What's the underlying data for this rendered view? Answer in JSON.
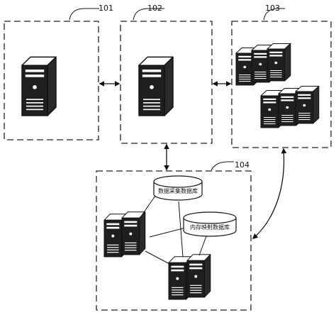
{
  "labels": {
    "node_101": "101",
    "node_102": "102",
    "node_103": "103",
    "node_104": "104"
  },
  "databases": {
    "data_source_db": "数据采集数据库",
    "memory_mapped_db": "内存映射数据库"
  }
}
